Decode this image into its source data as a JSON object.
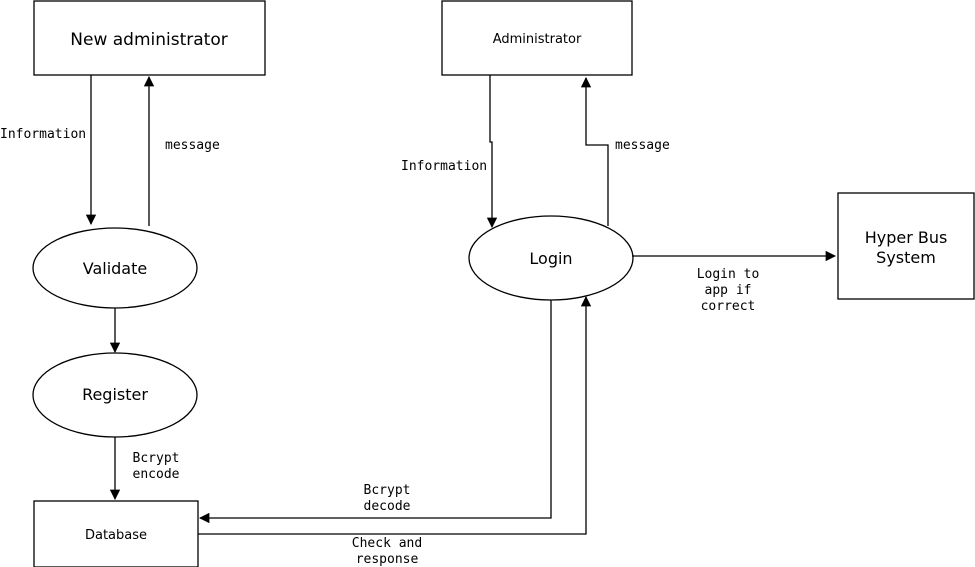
{
  "nodes": {
    "new_admin": "New administrator",
    "administrator": "Administrator",
    "validate": "Validate",
    "register": "Register",
    "login": "Login",
    "hyper_bus_1": "Hyper Bus",
    "hyper_bus_2": "System",
    "database": "Database"
  },
  "edges": {
    "info_left": "Information",
    "message_left": "message",
    "info_right": "Information",
    "message_right": "message",
    "bcrypt_encode_1": "Bcrypt",
    "bcrypt_encode_2": "encode",
    "bcrypt_decode_1": "Bcrypt",
    "bcrypt_decode_2": "decode",
    "check_1": "Check and",
    "check_2": "response",
    "login_app_1": "Login to",
    "login_app_2": "app if",
    "login_app_3": "correct"
  }
}
